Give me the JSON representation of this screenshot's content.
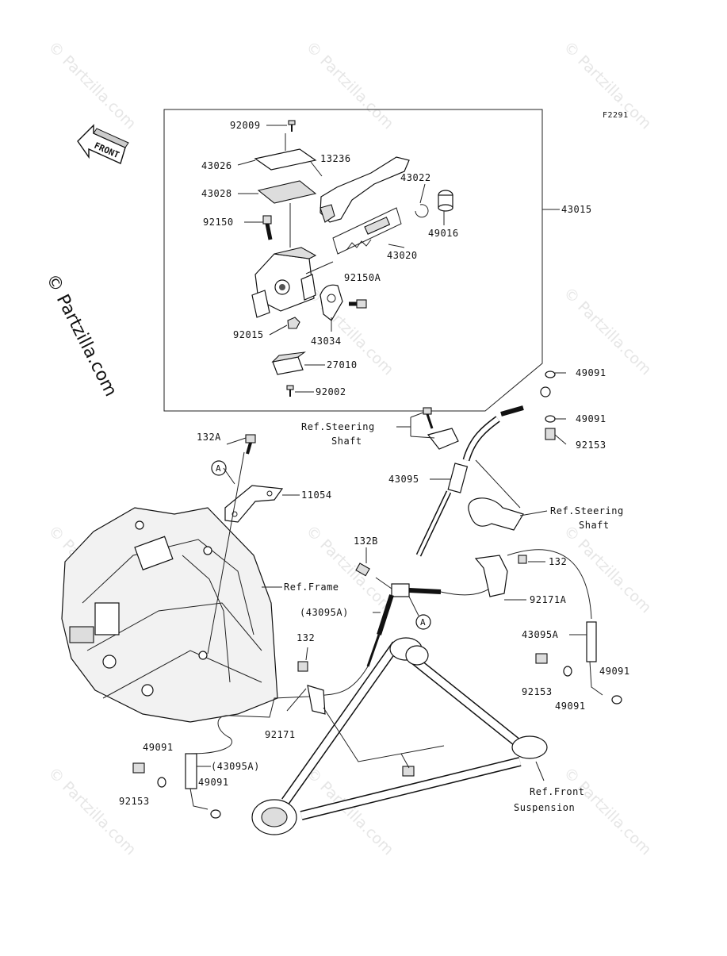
{
  "diagram_id": "F2291",
  "copyright": "© Partzilla.com",
  "watermark_text": "© Partzilla.com",
  "front_label": "FRONT",
  "callouts": [
    {
      "id": "c92009",
      "text": "92009"
    },
    {
      "id": "c43026",
      "text": "43026"
    },
    {
      "id": "c13236",
      "text": "13236"
    },
    {
      "id": "c43022",
      "text": "43022"
    },
    {
      "id": "c43028",
      "text": "43028"
    },
    {
      "id": "c49016",
      "text": "49016"
    },
    {
      "id": "c43015",
      "text": "43015"
    },
    {
      "id": "c92150",
      "text": "92150"
    },
    {
      "id": "c43020",
      "text": "43020"
    },
    {
      "id": "c92150A",
      "text": "92150A"
    },
    {
      "id": "c92015",
      "text": "92015"
    },
    {
      "id": "c43034",
      "text": "43034"
    },
    {
      "id": "c27010",
      "text": "27010"
    },
    {
      "id": "c92002",
      "text": "92002"
    },
    {
      "id": "c49091a",
      "text": "49091"
    },
    {
      "id": "c49091b",
      "text": "49091"
    },
    {
      "id": "c92153a",
      "text": "92153"
    },
    {
      "id": "cRefSteer1",
      "text": "Ref.Steering"
    },
    {
      "id": "cRefSteer1b",
      "text": "Shaft"
    },
    {
      "id": "c132A",
      "text": "132A"
    },
    {
      "id": "c43095",
      "text": "43095"
    },
    {
      "id": "c11054",
      "text": "11054"
    },
    {
      "id": "cRefSteer2",
      "text": "Ref.Steering"
    },
    {
      "id": "cRefSteer2b",
      "text": "Shaft"
    },
    {
      "id": "c132B",
      "text": "132B"
    },
    {
      "id": "c132a",
      "text": "132"
    },
    {
      "id": "cRefFrame",
      "text": "Ref.Frame"
    },
    {
      "id": "c92171A",
      "text": "92171A"
    },
    {
      "id": "c43095Ap",
      "text": "(43095A)"
    },
    {
      "id": "c43095A",
      "text": "43095A"
    },
    {
      "id": "c132b",
      "text": "132"
    },
    {
      "id": "c49091c",
      "text": "49091"
    },
    {
      "id": "c92153b",
      "text": "92153"
    },
    {
      "id": "c49091d",
      "text": "49091"
    },
    {
      "id": "c92171",
      "text": "92171"
    },
    {
      "id": "c49091e",
      "text": "49091"
    },
    {
      "id": "c43095Ap2",
      "text": "(43095A)"
    },
    {
      "id": "c49091f",
      "text": "49091"
    },
    {
      "id": "c92153c",
      "text": "92153"
    },
    {
      "id": "cRefFront",
      "text": "Ref.Front"
    },
    {
      "id": "cRefFrontb",
      "text": "Suspension"
    }
  ],
  "markers": [
    {
      "id": "mA1",
      "text": "A"
    },
    {
      "id": "mA2",
      "text": "A"
    }
  ]
}
